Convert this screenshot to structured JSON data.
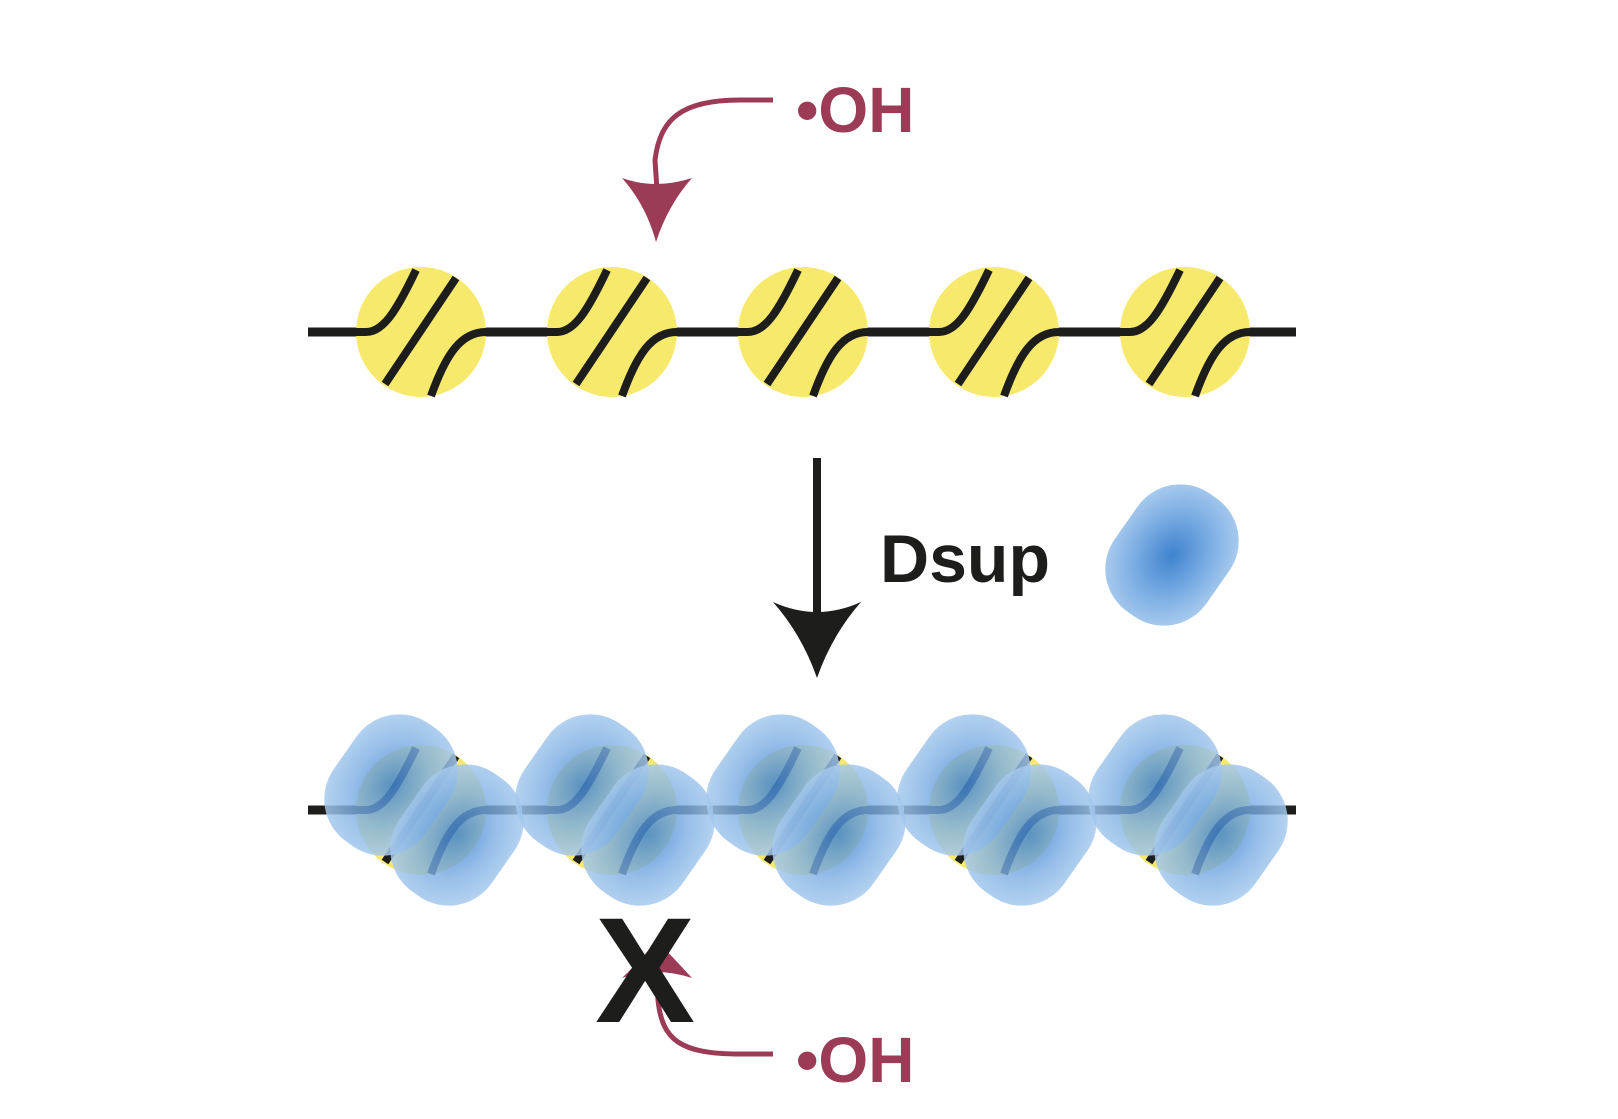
{
  "labels": {
    "radical_top": "•OH",
    "radical_bottom": "•OH",
    "protein": "Dsup",
    "blocked": "X"
  },
  "nucleosome_count_per_fiber": 5,
  "colors": {
    "dna": "#1d1d1b",
    "nucleosome": "#f7e96c",
    "radical": "#9b3b55",
    "dsup_light": "#a9cbee",
    "dsup_mid": "#7fb0e4",
    "dsup_dark": "#3f83cf"
  }
}
